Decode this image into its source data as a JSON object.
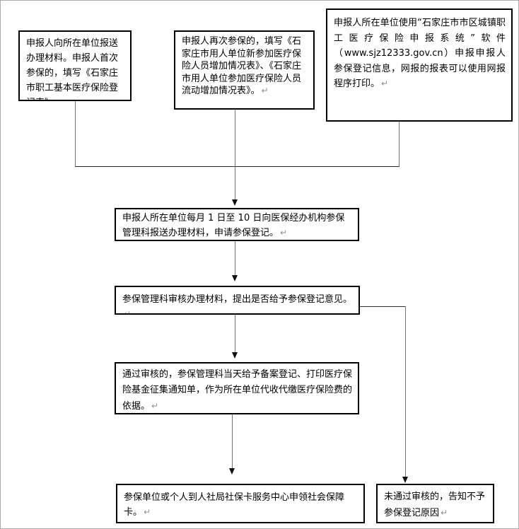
{
  "flowchart": {
    "description_colors": {
      "node_border": "#000000",
      "node_background": "#ffffff",
      "text": "#000000",
      "connector_vertical": "#757575",
      "connector_horizontal": "#2b2b2b",
      "arrowhead": "#111111",
      "return_mark": "#8f8f8f",
      "canvas_border": "#ababab"
    },
    "nodes": [
      {
        "key": "first-enrollment",
        "text": "申报人向所在单位报送办理材料。申报人首次参保的，填写《石家庄市职工基本医疗保险登记表》。",
        "return_mark": "↵"
      },
      {
        "key": "re-enrollment",
        "text": "申报人再次参保的，填写《石家庄市用人单位新参加医疗保险人员增加情况表》、《石家庄市用人单位参加医疗保险人员流动增加情况表》。",
        "return_mark": "↵"
      },
      {
        "key": "online-declaration",
        "text": "申报人所在单位使用“石家庄市市区城镇职工医疗保险申报系统”软件（www.sjz12333.gov.cn）申报申报人参保登记信息，网报的报表可以使用网报程序打印。",
        "return_mark": "↵"
      },
      {
        "key": "monthly-submission",
        "text": "申报人所在单位每月 1 日至 10 日向医保经办机构参保管理科报送办理材料，申请参保登记。",
        "return_mark": "↵"
      },
      {
        "key": "review",
        "text": "参保管理科审核办理材料，提出是否给予参保登记意见。",
        "return_mark": "↵"
      },
      {
        "key": "approved-registration",
        "text": "通过审核的，参保管理科当天给予备案登记、打印医疗保险基金征集通知单，作为所在单位代收代缴医疗保险费的依据。",
        "return_mark": "↵"
      },
      {
        "key": "social-security-card",
        "text": "参保单位或个人到人社局社保卡服务中心申领社会保障卡。",
        "return_mark": "↵"
      },
      {
        "key": "rejected-notice",
        "text": "未通过审核的，告知不予参保登记原因",
        "return_mark": "↵"
      }
    ]
  }
}
